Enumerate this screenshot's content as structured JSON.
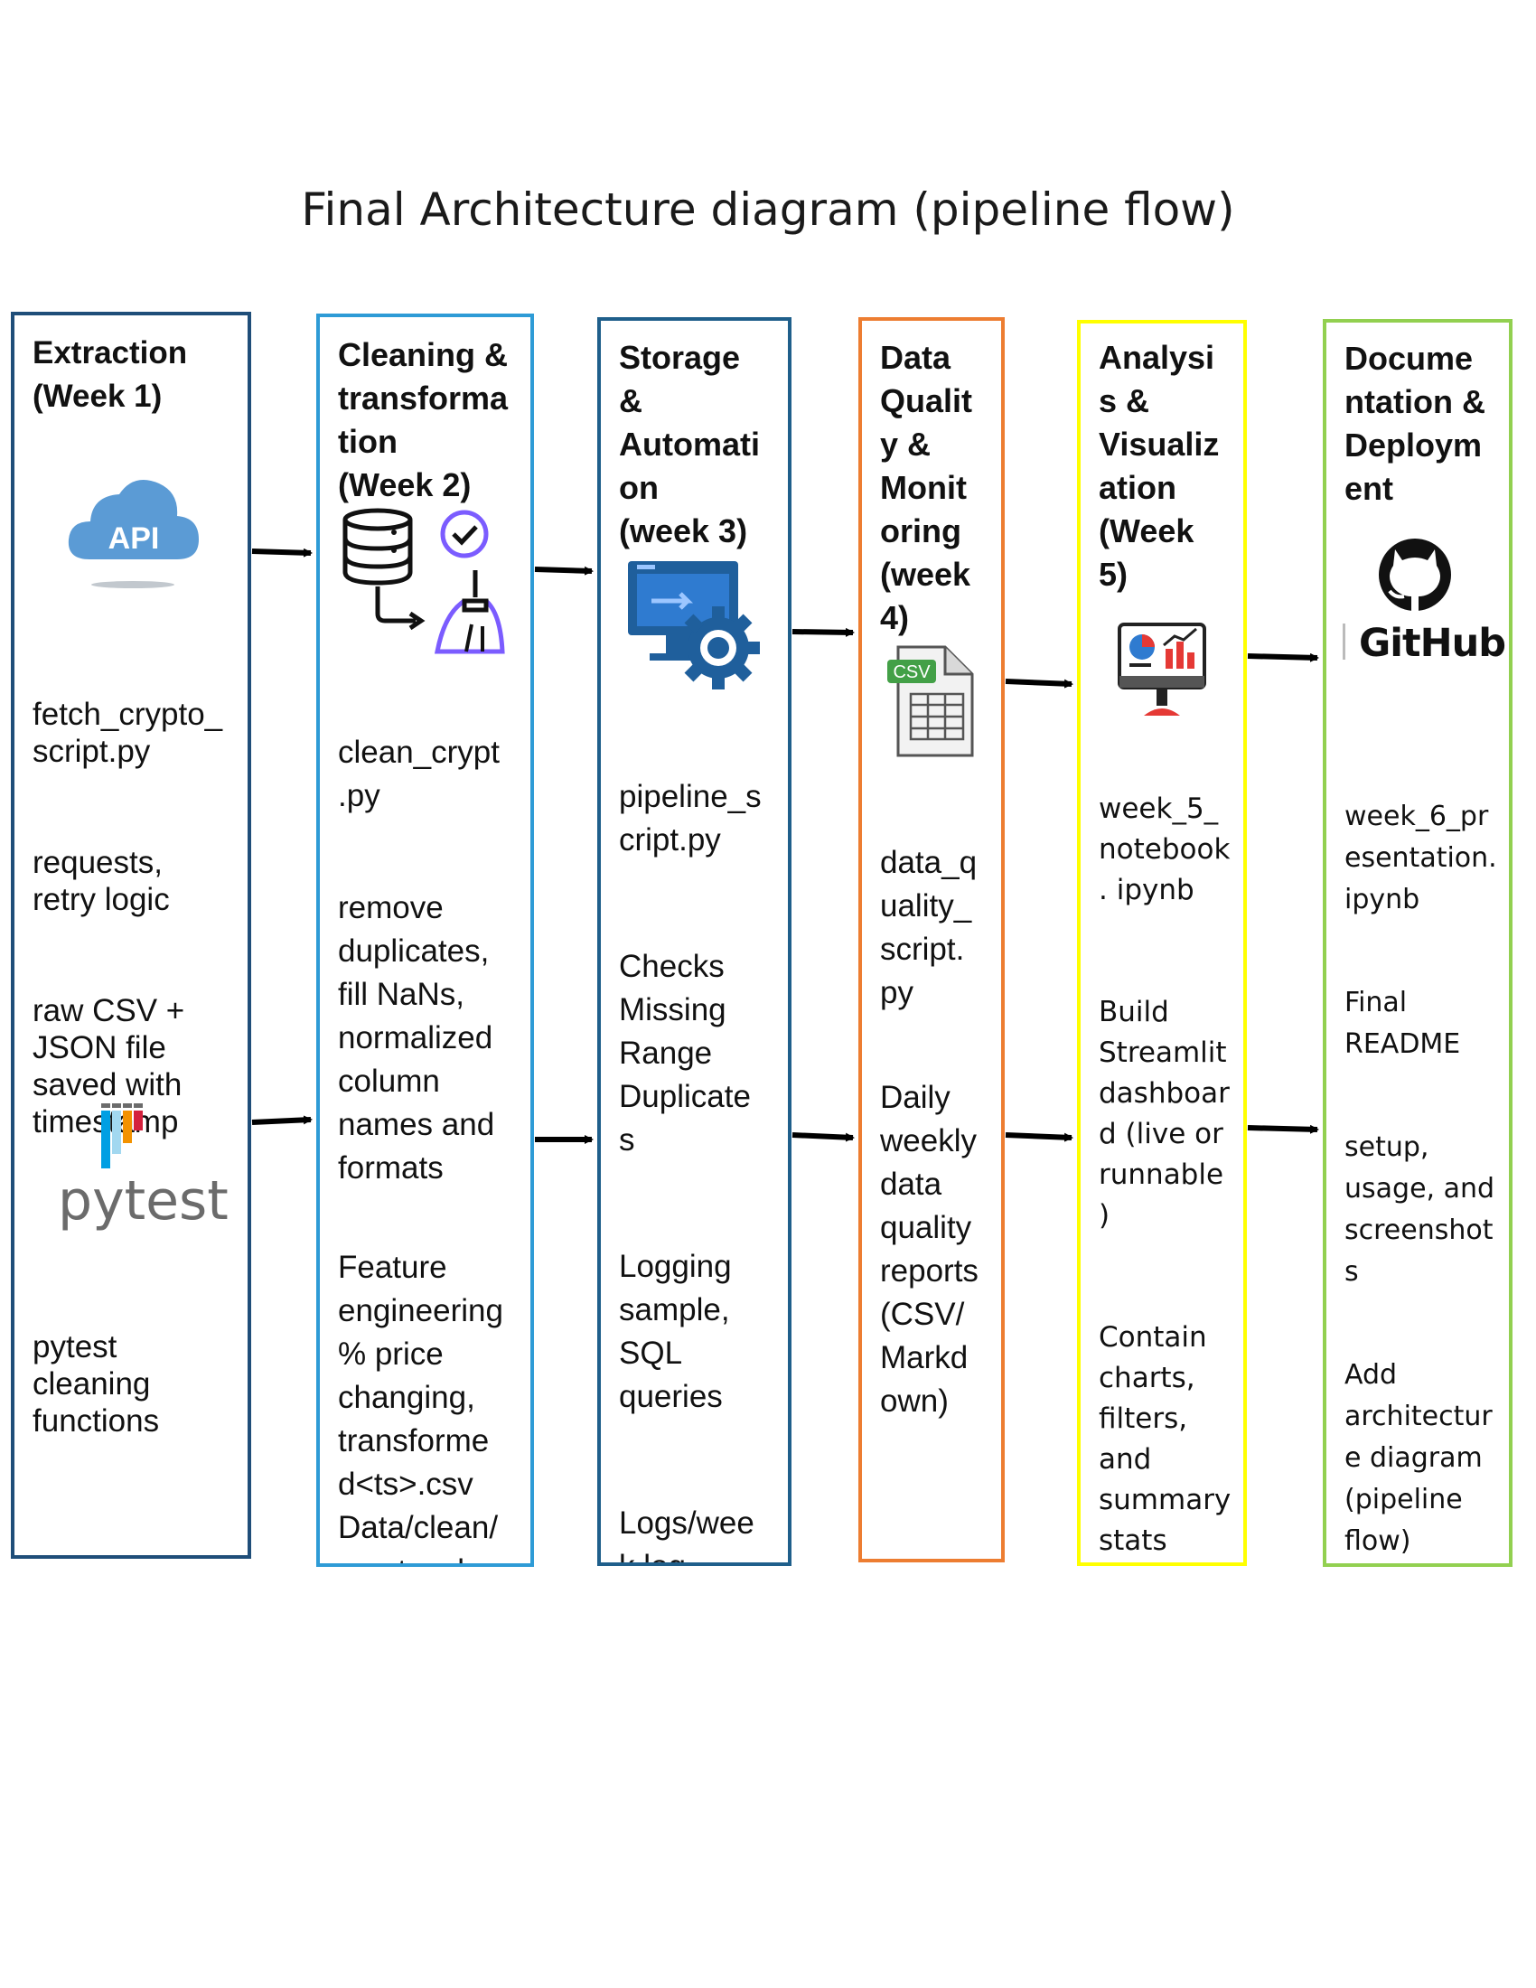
{
  "title": "Final Architecture diagram (pipeline flow)",
  "columns": [
    {
      "heading": "Extraction\n(Week 1)",
      "border": "#1f4e79",
      "blocks": [
        "fetch_crypto_\nscript.py",
        "requests,\nretry logic",
        "raw CSV +\nJSON file\nsaved with\ntimestamp"
      ],
      "blocks2": [
        "pytest\ncleaning\nfunctions"
      ],
      "icon_top": "api-cloud-icon",
      "icon_top_label": "API",
      "icon_bottom": "pytest-logo",
      "icon_bottom_label": "pytest"
    },
    {
      "heading": "Cleaning &\ntransforma\ntion\n(Week 2)",
      "border": "#2e9bd6",
      "blocks": [
        "clean_crypt\n.py",
        "remove\nduplicates,\nfill NaNs,\nnormalized\ncolumn\nnames and\nformats",
        "Feature\nengineering\n% price\nchanging,\ntransforme\nd<ts>.csv\nData/clean/\ncrypto_clea\nn<ts>.csv"
      ],
      "icon_top": "database-broom-icon"
    },
    {
      "heading": "Storage\n&\nAutomati\non\n(week 3)",
      "border": "#1f5f8b",
      "blocks": [
        "pipeline_s\ncript.py",
        "Checks\nMissing\nRange\nDuplicate\ns",
        "Logging\nsample,\nSQL\nqueries",
        "Logs/wee\nk.log"
      ],
      "icon_top": "automation-monitor-icon"
    },
    {
      "heading": "Data\nQualit\ny &\nMonit\noring\n(week\n4)",
      "border": "#ed7d31",
      "blocks": [
        "data_q\nuality_\nscript.\npy",
        "Daily\nweekly\ndata\nquality\nreports\n(CSV/\nMarkd\nown)"
      ],
      "icon_top": "csv-file-icon",
      "icon_top_label": "CSV"
    },
    {
      "heading": "Analysi\ns &\nVisualiz\nation\n(Week\n5)",
      "border": "#ffff00",
      "blocks": [
        "week_5_\nnotebook\n. ipynb",
        "Build\nStreamlit\ndashboar\nd (live or\nrunnable\n)",
        "Contain\ncharts,\nfilters,\nand\nsummary\nstats"
      ],
      "icon_top": "dashboard-monitor-icon"
    },
    {
      "heading": "Docume\nntation &\nDeploym\nent",
      "border": "#92d050",
      "blocks": [
        "week_6_pr\nesentation.\nipynb",
        "Final\nREADME",
        "setup,\nusage, and\nscreenshot\ns",
        "Add\narchitectur\ne diagram\n(pipeline\nflow)"
      ],
      "icon_top": "github-logo",
      "icon_top_label": "GitHub"
    }
  ]
}
